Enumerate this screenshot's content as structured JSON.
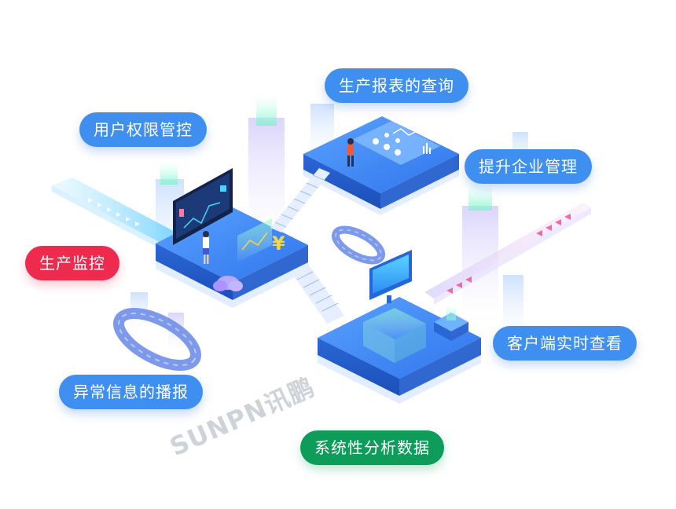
{
  "labels": {
    "production_report_query": "生产报表的查询",
    "user_permission_control": "用户权限管控",
    "improve_enterprise_management": "提升企业管理",
    "production_monitoring": "生产监控",
    "client_realtime_view": "客户端实时查看",
    "exception_info_broadcast": "异常信息的播报",
    "systematic_data_analysis": "系统性分析数据"
  },
  "watermark": "SUNPN讯鹏",
  "colors": {
    "pill_blue": "#3f8ff0",
    "pill_red": "#ef2a4f",
    "pill_green": "#0e9c5a",
    "platform_blue": "#3b86f2",
    "platform_light": "#6fb2ff",
    "arrow_cyan": "#5ec8ff",
    "arrow_pink": "#f06aa8"
  },
  "icons": [
    "monitor-icon",
    "cloud-icon",
    "yen-icon",
    "dashboard-icon",
    "person-icon"
  ]
}
